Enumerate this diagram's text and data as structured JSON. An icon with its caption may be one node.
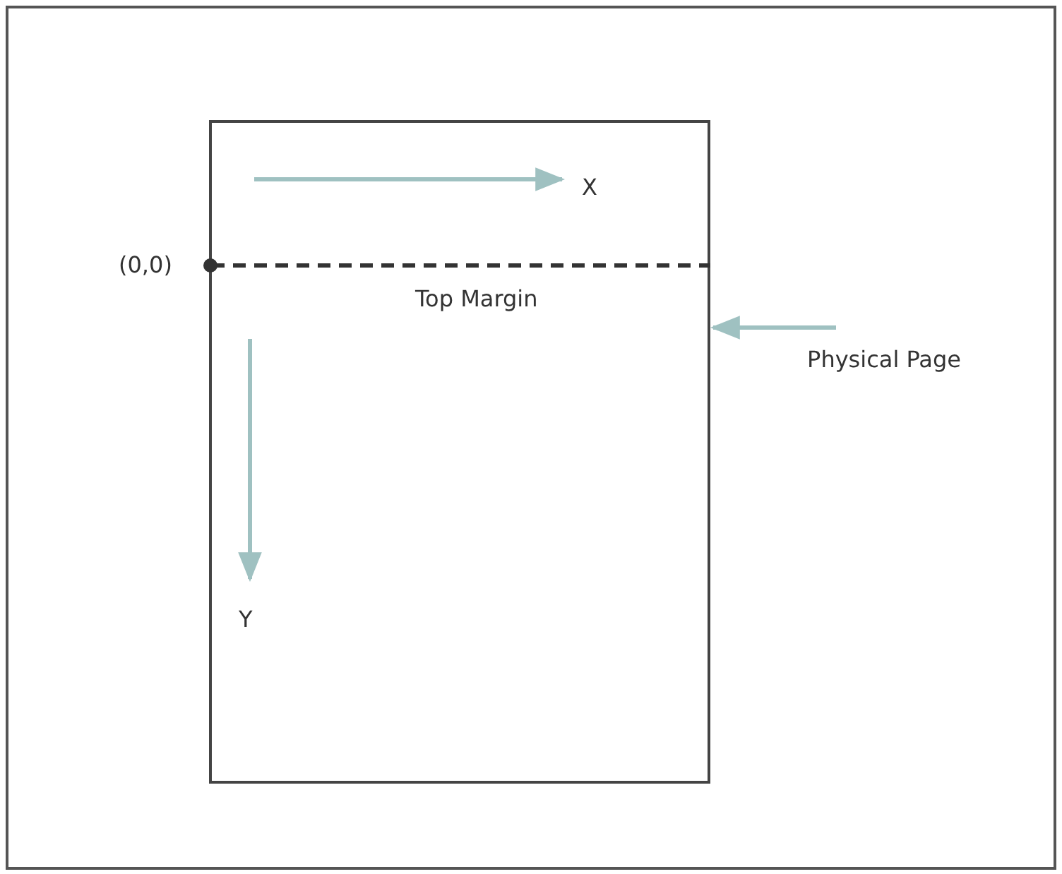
{
  "diagram": {
    "nodes": [
      {
        "text": [],
        "shape": "box"
      },
      {
        "text": [
          "Physical Page"
        ]
      }
    ],
    "edges": [
      {
        "from": 1,
        "to": 0,
        "arrow": "to"
      }
    ],
    "labels": [
      "X",
      "(0,0)",
      "Top Margin",
      "Y"
    ]
  }
}
